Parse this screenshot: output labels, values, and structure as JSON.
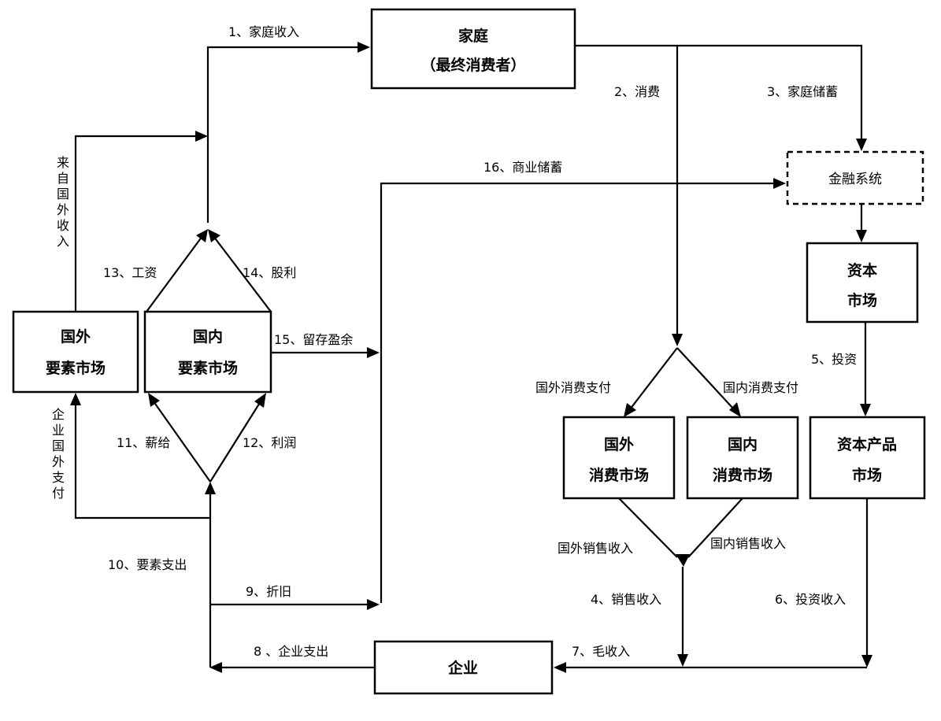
{
  "nodes": {
    "household": {
      "line1": "家庭",
      "line2": "（最终消费者）"
    },
    "financial": {
      "line1": "金融系统"
    },
    "capital_market": {
      "line1": "资本",
      "line2": "市场"
    },
    "capital_goods_market": {
      "line1": "资本产品",
      "line2": "市场"
    },
    "foreign_consumer_market": {
      "line1": "国外",
      "line2": "消费市场"
    },
    "domestic_consumer_market": {
      "line1": "国内",
      "line2": "消费市场"
    },
    "foreign_factor_market": {
      "line1": "国外",
      "line2": "要素市场"
    },
    "domestic_factor_market": {
      "line1": "国内",
      "line2": "要素市场"
    },
    "enterprise": {
      "line1": "企业"
    }
  },
  "flows": {
    "household_income": "1、家庭收入",
    "consumption": "2、消费",
    "household_savings": "3、家庭储蓄",
    "sales_revenue": "4、销售收入",
    "investment": "5、投资",
    "investment_income": "6、投资收入",
    "gross_revenue": "7、毛收入",
    "enterprise_expenditure": "8 、企业支出",
    "depreciation": "9、折旧",
    "factor_expenditure": "10、要素支出",
    "salary": "11、薪给",
    "profit": "12、利润",
    "wages": "13、工资",
    "dividends": "14、股利",
    "retained_surplus": "15、留存盈余",
    "business_savings": "16、商业储蓄",
    "foreign_consumption_payment": "国外消费支付",
    "domestic_consumption_payment": "国内消费支付",
    "foreign_sales_revenue": "国外销售收入",
    "domestic_sales_revenue": "国内销售收入",
    "foreign_income": [
      "来",
      "自",
      "国",
      "外",
      "收",
      "入"
    ],
    "enterprise_foreign_payment": [
      "企",
      "业",
      "国",
      "外",
      "支",
      "付"
    ]
  }
}
